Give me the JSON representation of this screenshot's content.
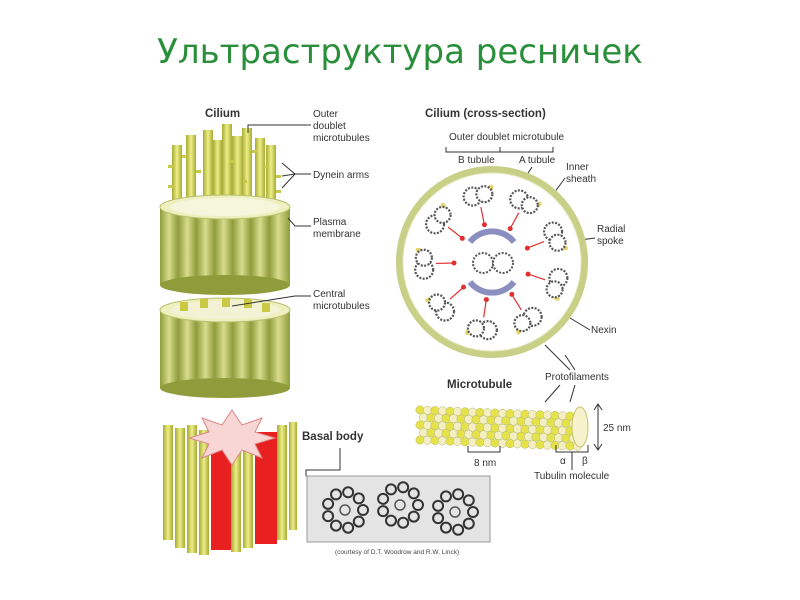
{
  "title": "Ультраструктура ресничек",
  "headers": {
    "cilium": "Cilium",
    "cross_section": "Cilium (cross-section)",
    "basal_body": "Basal body",
    "microtubule": "Microtubule"
  },
  "labels": {
    "outer_doublet_1": "Outer",
    "outer_doublet_2": "doublet",
    "outer_doublet_3": "microtubules",
    "dynein_arms": "Dynein arms",
    "plasma_membrane_1": "Plasma",
    "plasma_membrane_2": "membrane",
    "central_1": "Central",
    "central_2": "microtubules",
    "cs_outer_doublet": "Outer doublet microtubule",
    "b_tubule": "B tubule",
    "a_tubule": "A tubule",
    "inner_sheath_1": "Inner",
    "inner_sheath_2": "sheath",
    "radial_spoke_1": "Radial",
    "radial_spoke_2": "spoke",
    "nexin": "Nexin",
    "protofilaments": "Protofilaments",
    "nm25": "25 nm",
    "nm8": "8 nm",
    "alpha": "α",
    "beta": "β",
    "tubulin": "Tubulin molecule",
    "courtesy": "(courtesy of D.T. Woodrow and R.W. Linck)"
  },
  "colors": {
    "title": "#2a8f3a",
    "cylinder_light": "#d9dc8a",
    "cylinder_dark": "#8c9a3a",
    "membrane_ring": "#c9d08a",
    "spoke": "#e03030",
    "basal_red": "#e82020",
    "tube_yellow": "#e6e34a",
    "tube_cream": "#f3efc2"
  }
}
